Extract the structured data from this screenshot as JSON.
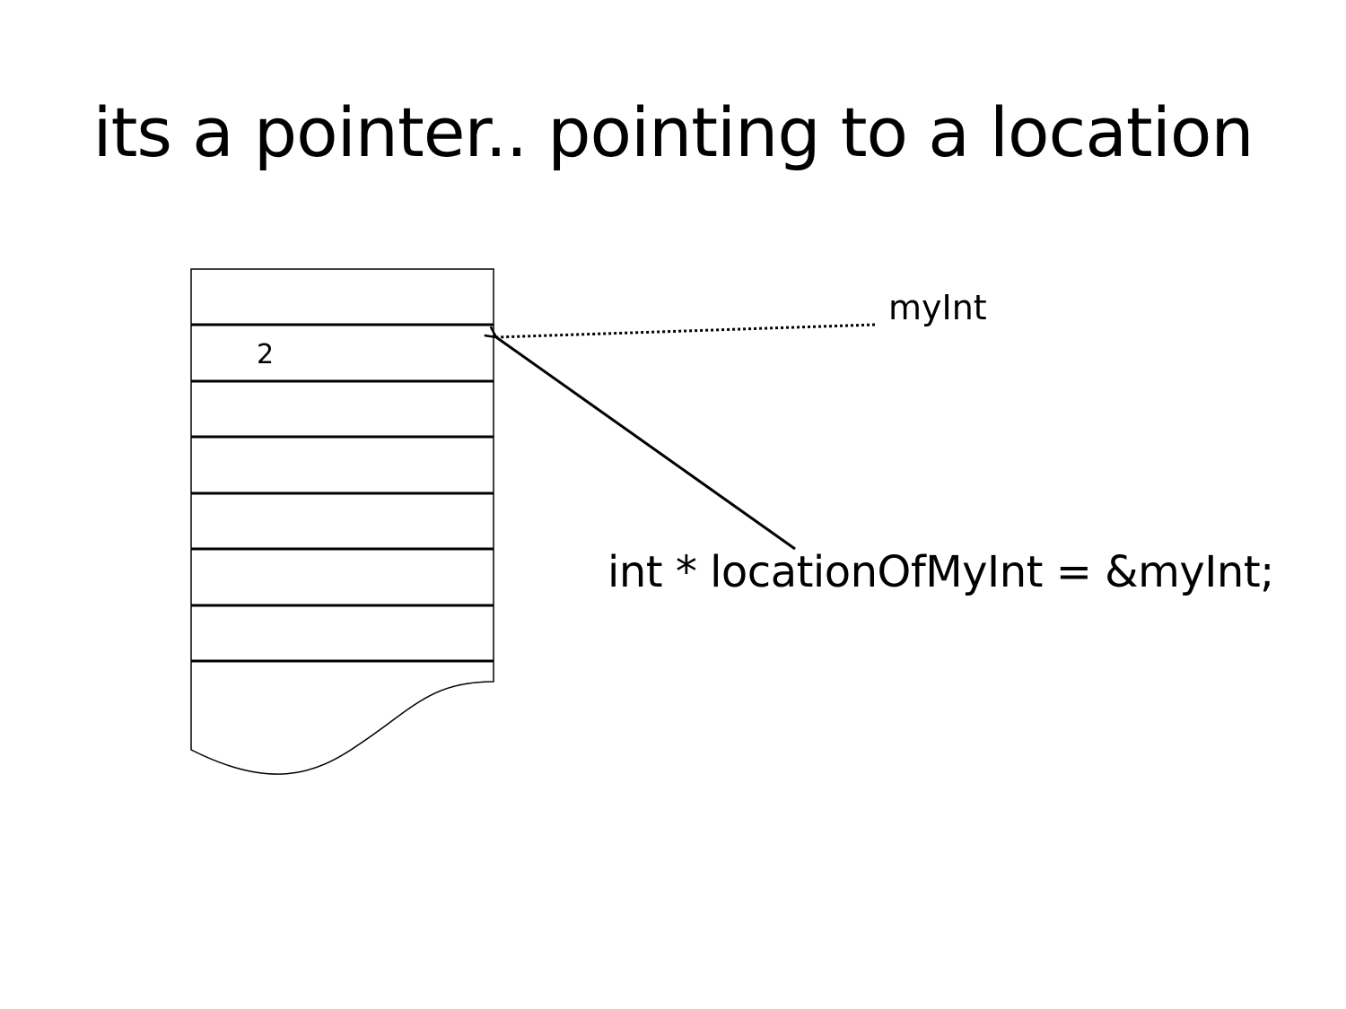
{
  "title": "its a pointer.. pointing to a location",
  "memory": {
    "cell_value": "2"
  },
  "labels": {
    "variable": "myInt",
    "code": "int * locationOfMyInt = &myInt;"
  }
}
